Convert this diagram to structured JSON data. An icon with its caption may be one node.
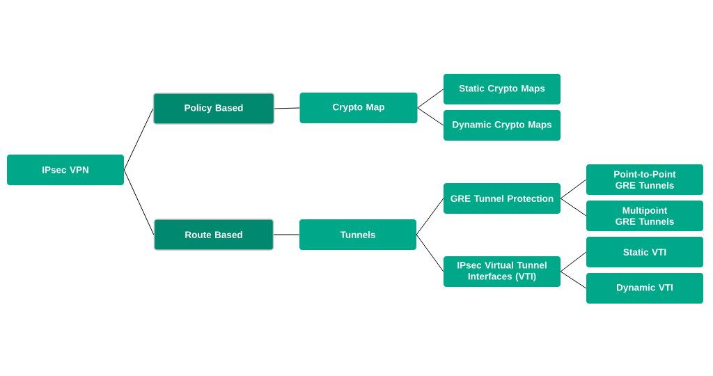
{
  "diagram": {
    "nodes": [
      {
        "text": [
          "IPsec VPN"
        ]
      },
      {
        "text": [
          "Policy Based"
        ]
      },
      {
        "text": [
          "Crypto Map"
        ]
      },
      {
        "text": [
          "Static Crypto Maps"
        ]
      },
      {
        "text": [
          "Dynamic Crypto Maps"
        ]
      },
      {
        "text": [
          "Route Based"
        ]
      },
      {
        "text": [
          "Tunnels"
        ]
      },
      {
        "text": [
          "GRE Tunnel Protection"
        ]
      },
      {
        "text": [
          "Point-to-Point GRE Tunnels"
        ]
      },
      {
        "text": [
          "Multipoint GRE Tunnels"
        ]
      },
      {
        "text": [
          "IPsec Virtual Tunnel Interfaces (VTI)"
        ]
      },
      {
        "text": [
          "Static VTI"
        ]
      },
      {
        "text": [
          "Dynamic VTI"
        ]
      }
    ],
    "edges": [
      {
        "from": 0,
        "to": 1,
        "arrow": "none"
      },
      {
        "from": 0,
        "to": 5,
        "arrow": "none"
      },
      {
        "from": 1,
        "to": 2,
        "arrow": "none"
      },
      {
        "from": 2,
        "to": 3,
        "arrow": "none"
      },
      {
        "from": 2,
        "to": 4,
        "arrow": "none"
      },
      {
        "from": 5,
        "to": 6,
        "arrow": "none"
      },
      {
        "from": 6,
        "to": 7,
        "arrow": "none"
      },
      {
        "from": 6,
        "to": 10,
        "arrow": "none"
      },
      {
        "from": 7,
        "to": 8,
        "arrow": "none"
      },
      {
        "from": 7,
        "to": 9,
        "arrow": "none"
      },
      {
        "from": 10,
        "to": 11,
        "arrow": "none"
      },
      {
        "from": 10,
        "to": 12,
        "arrow": "none"
      }
    ]
  }
}
